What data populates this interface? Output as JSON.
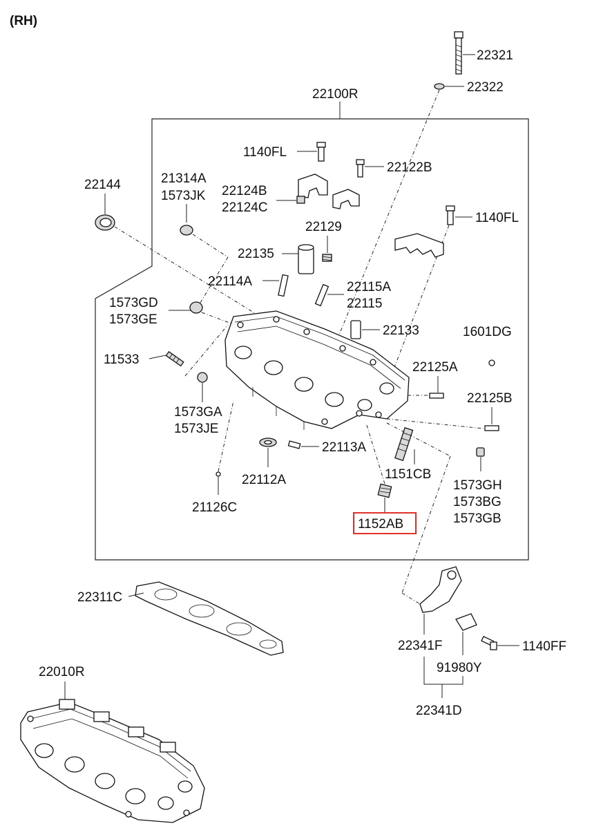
{
  "header": {
    "side_label": "(RH)"
  },
  "assembly_label": "22100R",
  "labels": {
    "p22321": "22321",
    "p22322": "22322",
    "p1140FL_a": "1140FL",
    "p22122B": "22122B",
    "p22124B": "22124B",
    "p22124C": "22124C",
    "p21314A": "21314A",
    "p1573JK": "1573JK",
    "p22144": "22144",
    "p1140FL_b": "1140FL",
    "p22129": "22129",
    "p22135": "22135",
    "p22114A": "22114A",
    "p22115A": "22115A",
    "p22115": "22115",
    "p1573GD": "1573GD",
    "p1573GE": "1573GE",
    "p22133": "22133",
    "p1601DG": "1601DG",
    "p11533": "11533",
    "p22125A": "22125A",
    "p22125B": "22125B",
    "p1573GA": "1573GA",
    "p1573JE": "1573JE",
    "p22113A": "22113A",
    "p1151CB": "1151CB",
    "p22112A": "22112A",
    "p1573GH": "1573GH",
    "p1573BG": "1573BG",
    "p1573GB": "1573GB",
    "p21126C": "21126C",
    "p1152AB": "1152AB",
    "p22311C": "22311C",
    "p22341F": "22341F",
    "p1140FF": "1140FF",
    "p91980Y": "91980Y",
    "p22341D": "22341D",
    "p22010R": "22010R"
  },
  "highlighted_part": "1152AB",
  "colors": {
    "highlight": "#e0302a",
    "ink": "#111111"
  }
}
